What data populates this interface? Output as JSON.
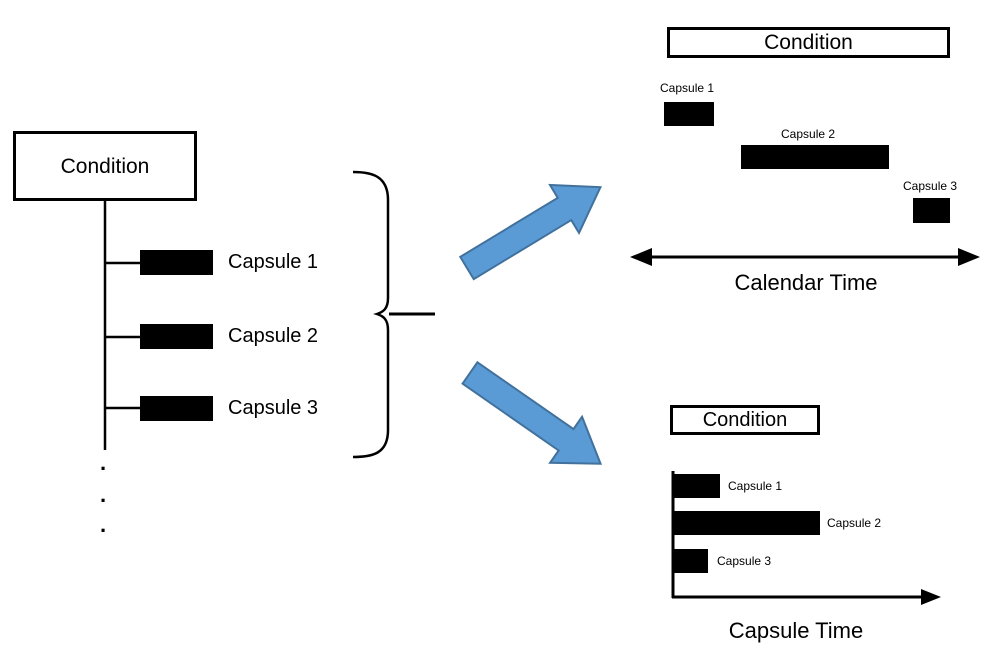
{
  "left_tree": {
    "condition": "Condition",
    "capsule_labels": [
      "Capsule 1",
      "Capsule 2",
      "Capsule 3"
    ],
    "ellipsis_dots": [
      ".",
      ".",
      "."
    ]
  },
  "calendar_view": {
    "condition": "Condition",
    "capsule_labels": [
      "Capsule 1",
      "Capsule 2",
      "Capsule 3"
    ],
    "axis_label": "Calendar Time"
  },
  "capsule_view": {
    "condition": "Condition",
    "capsule_labels": [
      "Capsule 1",
      "Capsule 2",
      "Capsule 3"
    ],
    "axis_label": "Capsule Time"
  },
  "colors": {
    "arrow_fill": "#5B9BD5",
    "arrow_stroke": "#41719C",
    "bar_fill": "#000000",
    "line": "#000000"
  }
}
